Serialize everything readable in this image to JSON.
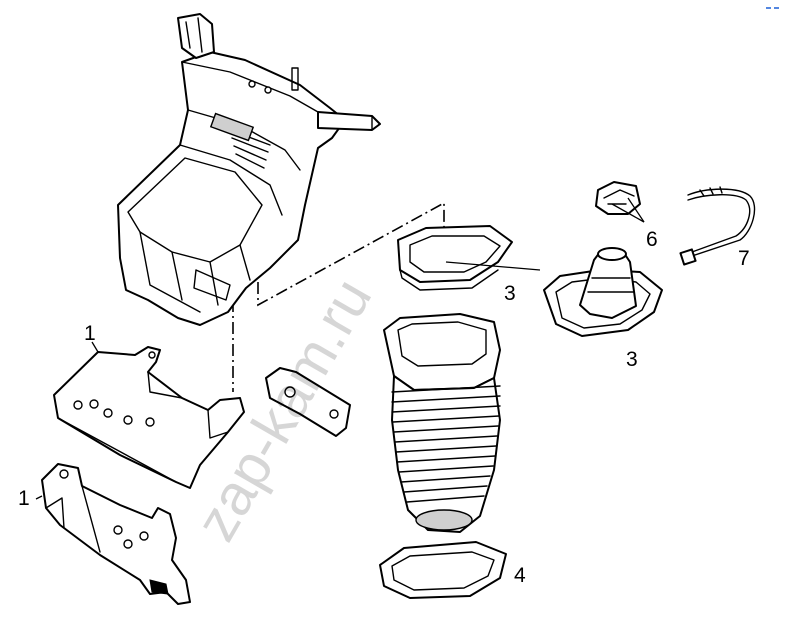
{
  "watermark": "zap-kam.ru",
  "callouts": {
    "c1a": "1",
    "c1b": "1",
    "c3a": "3",
    "c3b": "3",
    "c4": "4",
    "c6": "6",
    "c7": "7"
  },
  "colors": {
    "line": "#000000",
    "background": "#ffffff",
    "corner_mark": "#1a5fd6"
  }
}
